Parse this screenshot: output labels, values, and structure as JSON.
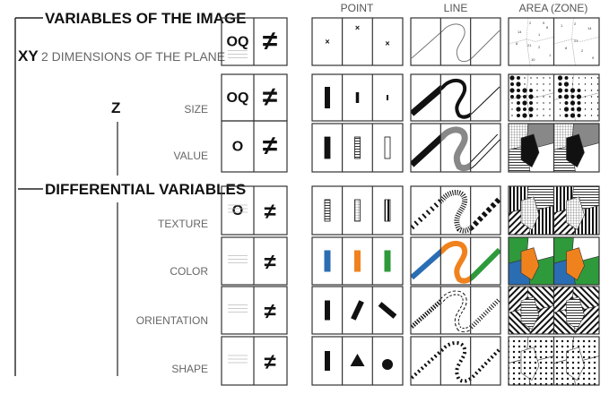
{
  "title": "VARIABLES OF THE IMAGE",
  "xy": {
    "bold": "XY",
    "label": "2 DIMENSIONS OF THE PLANE"
  },
  "z_label": "Z",
  "differential_title": "DIFFERENTIAL VARIABLES",
  "columns": {
    "point": "POINT",
    "line": "LINE",
    "area": "AREA (ZONE)"
  },
  "rows": [
    {
      "name": "xy",
      "label": "",
      "level": "OQ",
      "selective": "≠"
    },
    {
      "name": "size",
      "label": "SIZE",
      "level": "OQ",
      "selective": "≠"
    },
    {
      "name": "value",
      "label": "VALUE",
      "level": "O",
      "selective": "≠"
    },
    {
      "name": "texture",
      "label": "TEXTURE",
      "level": "O",
      "selective": "≠"
    },
    {
      "name": "color",
      "label": "COLOR",
      "level": "",
      "selective": "≠"
    },
    {
      "name": "orientation",
      "label": "ORIENTATION",
      "level": "",
      "selective": "≠"
    },
    {
      "name": "shape",
      "label": "SHAPE",
      "level": "",
      "selective": "≠"
    }
  ],
  "area_numbers": [
    "2",
    "9",
    "14",
    "1",
    "8",
    "21",
    "2",
    "1",
    "10",
    "8",
    "1",
    "2",
    "14",
    "21",
    "8",
    "2",
    "9"
  ],
  "colors": {
    "blue": "#2b6db3",
    "orange": "#f0821e",
    "green": "#2f9a3b",
    "ink": "#111111"
  }
}
